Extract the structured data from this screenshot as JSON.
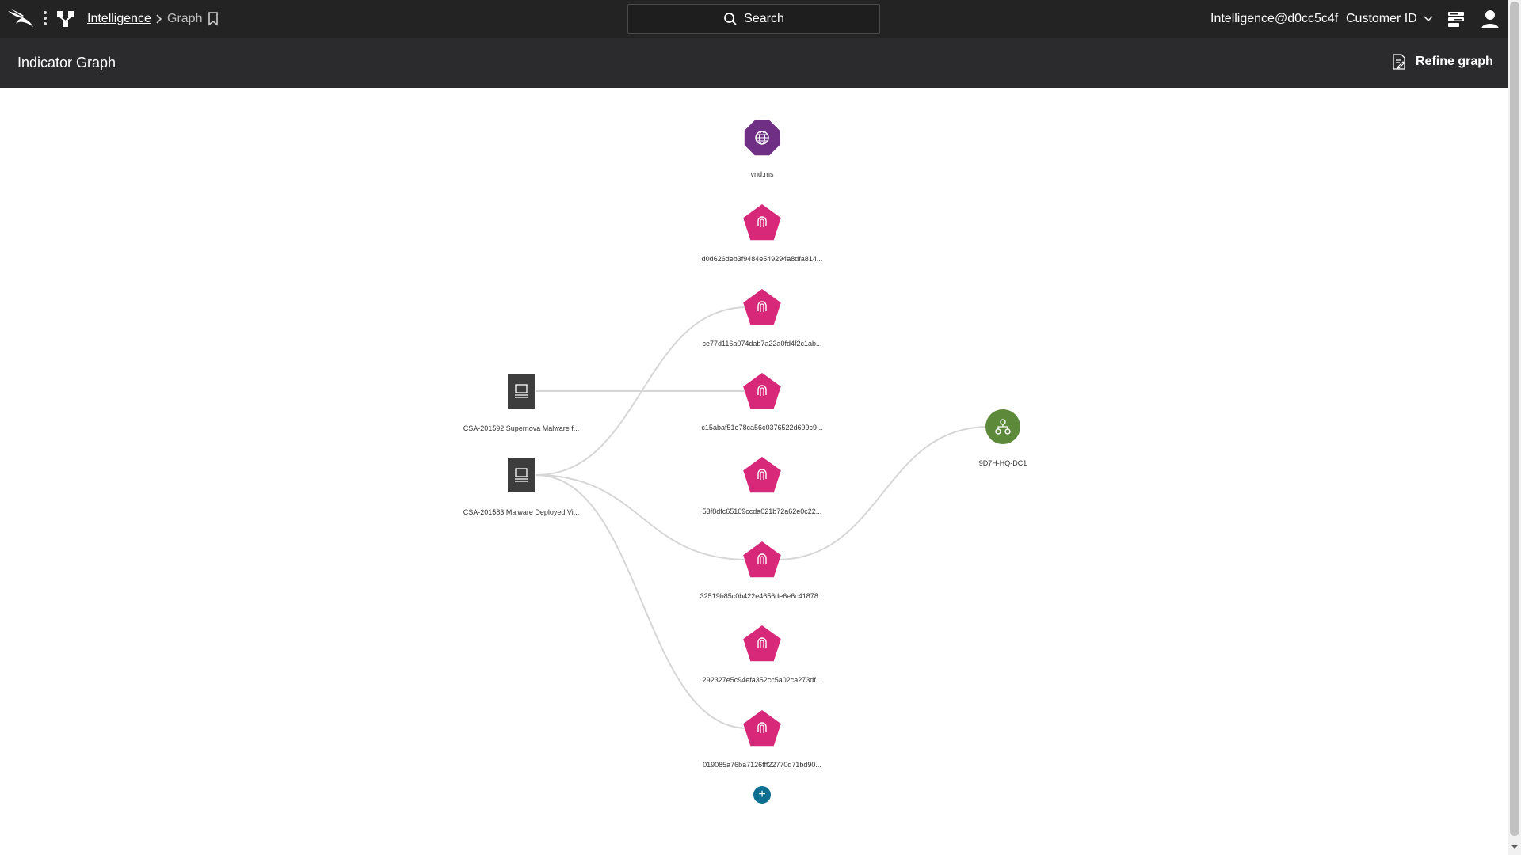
{
  "topbar": {
    "breadcrumb_parent": "Intelligence",
    "breadcrumb_current": "Graph",
    "search_label": "Search",
    "user_email": "Intelligence@d0cc5c4f",
    "customer_id_label": "Customer ID"
  },
  "header": {
    "title": "Indicator Graph",
    "refine_label": "Refine graph"
  },
  "colors": {
    "topbar_bg": "#232323",
    "header_bg": "#2b2b2d",
    "domain_node": "#6f2f84",
    "hash_node": "#d8287a",
    "report_node": "#3d3d3d",
    "host_node": "#5d8a3a",
    "add_button": "#0c6f8f"
  },
  "graph": {
    "nodes": [
      {
        "id": "domain",
        "type": "domain",
        "icon": "globe-icon",
        "label": "vnd.ms"
      },
      {
        "id": "h1",
        "type": "hash",
        "icon": "fingerprint-icon",
        "label": "d0d626deb3f9484e549294a8dfa814..."
      },
      {
        "id": "h2",
        "type": "hash",
        "icon": "fingerprint-icon",
        "label": "ce77d116a074dab7a22a0fd4f2c1ab..."
      },
      {
        "id": "h3",
        "type": "hash",
        "icon": "fingerprint-icon",
        "label": "c15abaf51e78ca56c0376522d699c9..."
      },
      {
        "id": "h4",
        "type": "hash",
        "icon": "fingerprint-icon",
        "label": "53f8dfc65169ccda021b72a62e0c22..."
      },
      {
        "id": "h5",
        "type": "hash",
        "icon": "fingerprint-icon",
        "label": "32519b85c0b422e4656de6e6c41878..."
      },
      {
        "id": "h6",
        "type": "hash",
        "icon": "fingerprint-icon",
        "label": "292327e5c94efa352cc5a02ca273df..."
      },
      {
        "id": "h7",
        "type": "hash",
        "icon": "fingerprint-icon",
        "label": "019085a76ba7126fff22770d71bd90..."
      },
      {
        "id": "r1",
        "type": "report",
        "icon": "report-icon",
        "label": "CSA-201592 Supernova Malware f..."
      },
      {
        "id": "r2",
        "type": "report",
        "icon": "report-icon",
        "label": "CSA-201583 Malware Deployed Vi..."
      },
      {
        "id": "host",
        "type": "host",
        "icon": "host-network-icon",
        "label": "9D7H-HQ-DC1"
      }
    ],
    "edges": [
      {
        "from": "r1",
        "to": "h3"
      },
      {
        "from": "r2",
        "to": "h2"
      },
      {
        "from": "r2",
        "to": "h5"
      },
      {
        "from": "r2",
        "to": "h7"
      },
      {
        "from": "h5",
        "to": "host"
      }
    ],
    "add_symbol": "+"
  }
}
